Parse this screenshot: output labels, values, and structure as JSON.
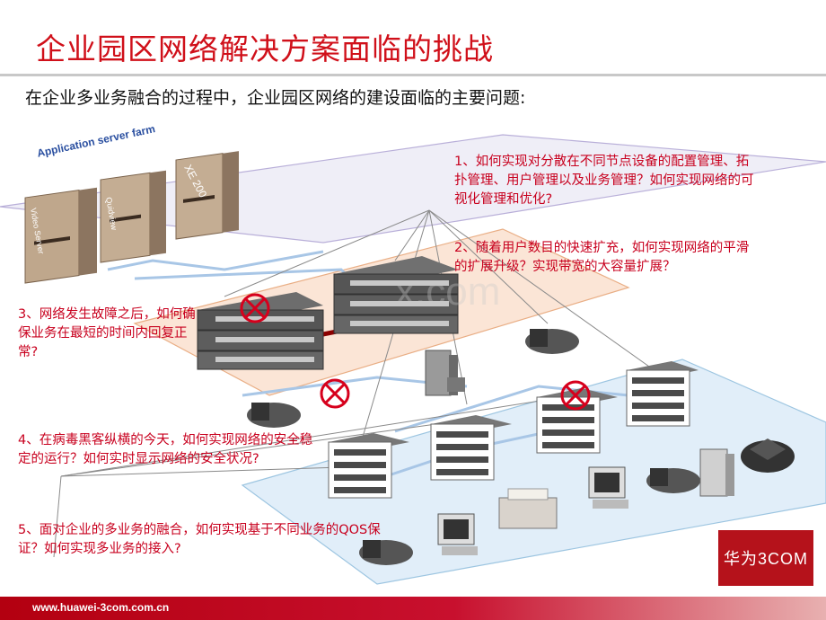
{
  "title": "企业园区网络解决方案面临的挑战",
  "subtitle": "在企业多业务融合的过程中，企业园区网络的建设面临的主要问题:",
  "farm_label": "Application server farm",
  "server_labels": [
    "Video Server",
    "Quidview",
    "XE 200"
  ],
  "questions": [
    "1、如何实现对分散在不同节点设备的配置管理、拓扑管理、用户管理以及业务管理？如何实现网络的可视化管理和优化?",
    "2、随着用户数目的快速扩充，如何实现网络的平滑的扩展升级？实现带宽的大容量扩展？",
    "3、网络发生故障之后，如何确保业务在最短的时间内回复正常?",
    "4、在病毒黑客纵横的今天，如何实现网络的安全稳定的运行？如何实时显示网络的安全状况?",
    "5、面对企业的多业务的融合，如何实现基于不同业务的QOS保证？如何实现多业务的接入?"
  ],
  "watermark": "x.com",
  "logo": "华为3COM",
  "footer_url": "www.huawei-3com.com.cn",
  "colors": {
    "accent": "#d0101a",
    "question": "#c8001e",
    "footer": "#b30010"
  }
}
